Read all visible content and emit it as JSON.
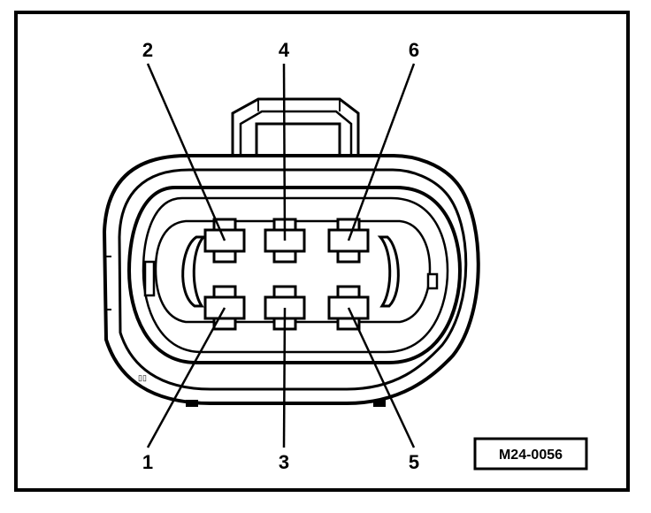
{
  "figure_code": "M24-0056",
  "pins": [
    {
      "label": "1"
    },
    {
      "label": "2"
    },
    {
      "label": "3"
    },
    {
      "label": "4"
    },
    {
      "label": "5"
    },
    {
      "label": "6"
    }
  ]
}
